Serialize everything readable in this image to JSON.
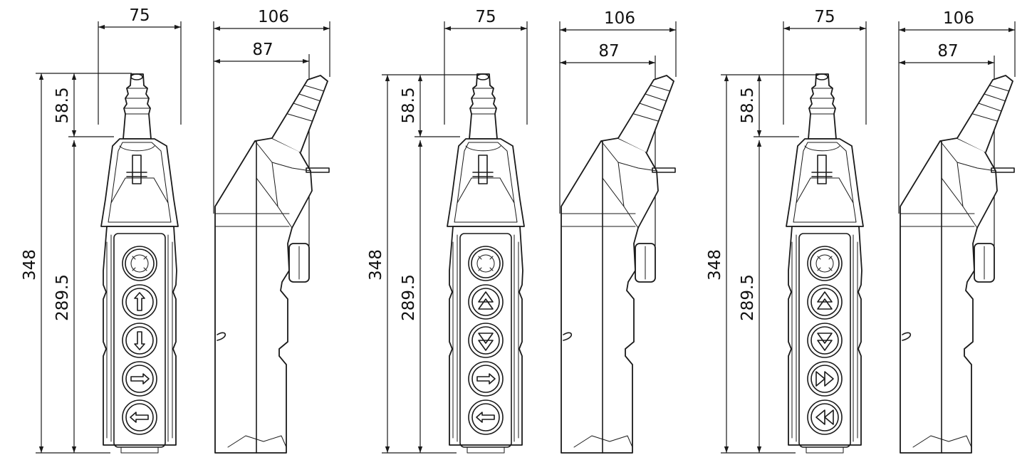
{
  "colors": {
    "ink": "#1a1a1a",
    "paper": "#ffffff"
  },
  "views": [
    {
      "front": {
        "width": "75",
        "total_height": "348",
        "gland_height": "58.5",
        "body_height": "289.5"
      },
      "side": {
        "depth": "106",
        "depth_inner": "87"
      },
      "buttons": [
        "emergency-stop-icon",
        "arrow-up-icon",
        "arrow-down-icon",
        "arrow-right-icon",
        "arrow-left-icon"
      ]
    },
    {
      "front": {
        "width": "75",
        "total_height": "348",
        "gland_height": "58.5",
        "body_height": "289.5"
      },
      "side": {
        "depth": "106",
        "depth_inner": "87"
      },
      "buttons": [
        "emergency-stop-icon",
        "double-triangle-up-icon",
        "double-triangle-down-icon",
        "arrow-right-icon",
        "arrow-left-icon"
      ]
    },
    {
      "front": {
        "width": "75",
        "total_height": "348",
        "gland_height": "58.5",
        "body_height": "289.5"
      },
      "side": {
        "depth": "106",
        "depth_inner": "87"
      },
      "buttons": [
        "emergency-stop-icon",
        "double-triangle-up-icon",
        "double-triangle-down-icon",
        "fast-forward-icon",
        "fast-rewind-icon"
      ]
    }
  ]
}
